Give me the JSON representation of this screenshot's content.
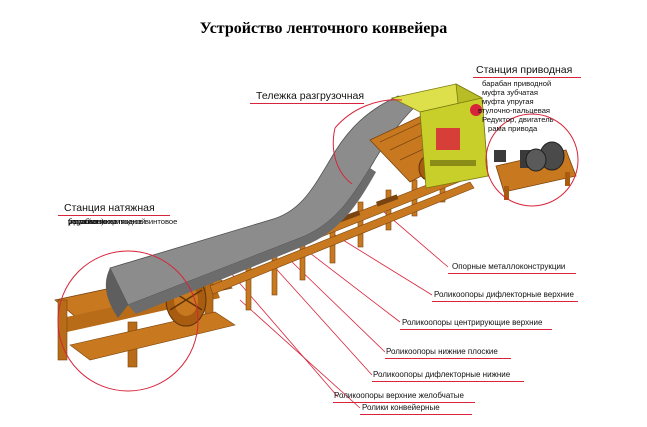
{
  "title": "Устройство ленточного конвейера",
  "colors": {
    "leader": "#d8243a",
    "wood": "#c8781e",
    "wood_dark": "#8a4e12",
    "belt": "#8c8c8c",
    "belt_dark": "#5e5e5e",
    "frame": "#c9cf2a"
  },
  "stations": {
    "drive": {
      "title": "Станция приводная",
      "items": [
        "барабан приводной",
        "муфта зубчатая",
        "муфта упругая",
        "втулочно-пальцевая",
        "Редуктор, двигатель",
        "рама привода"
      ]
    },
    "unloading": {
      "title": "Тележка разгрузочная"
    },
    "tension": {
      "title": "Станция натяжная",
      "items": [
        "барабан неприводной",
        "устройство натяжное винтовое",
        "(грузовое)",
        "рама натяжки"
      ]
    }
  },
  "parts": [
    "Опорные металлоконструкции",
    "Роликоопоры дифлекторные верхние",
    "Роликоопоры центрирующие верхние",
    "Роликоопоры нижние плоские",
    "Роликоопоры дифлекторные нижние",
    "Роликоопоры верхние желобчатые",
    "Ролики конвейерные"
  ]
}
